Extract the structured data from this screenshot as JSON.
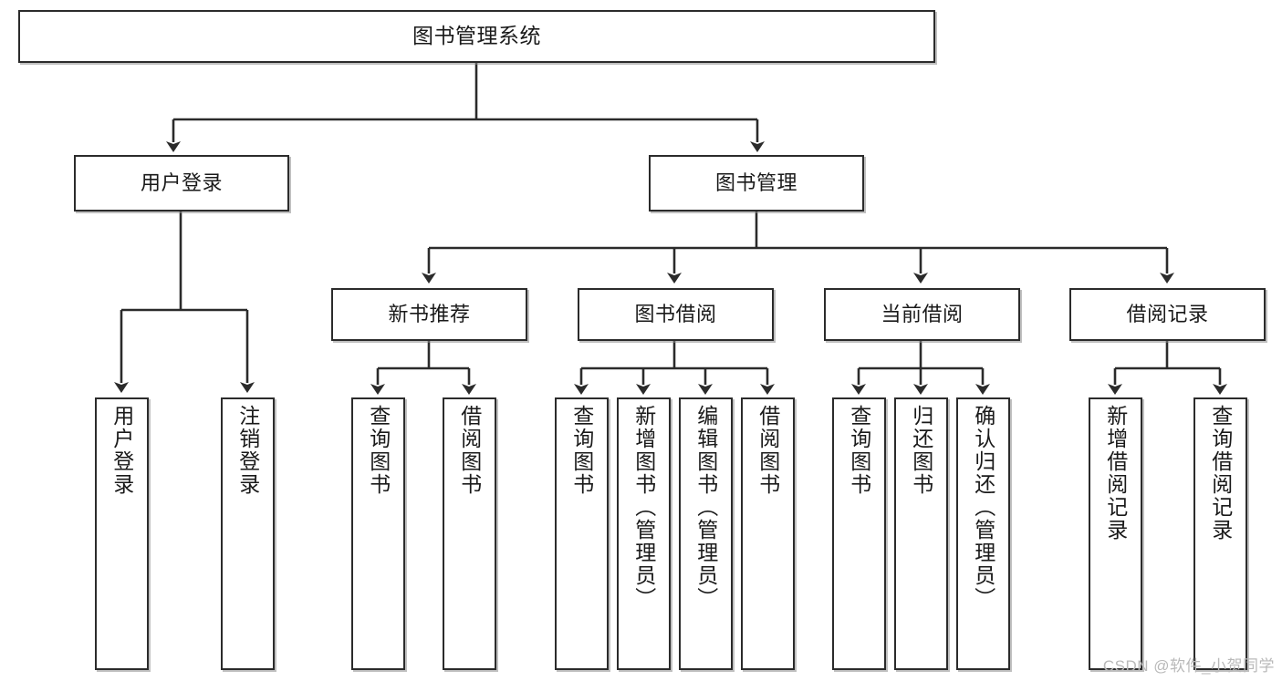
{
  "diagram": {
    "title_node": {
      "id": "root",
      "label": "图书管理系统"
    },
    "level2": [
      {
        "id": "user-login",
        "label": "用户登录"
      },
      {
        "id": "book-manage",
        "label": "图书管理"
      }
    ],
    "level3": [
      {
        "id": "new-book-recommend",
        "label": "新书推荐"
      },
      {
        "id": "book-borrow",
        "label": "图书借阅"
      },
      {
        "id": "current-borrow",
        "label": "当前借阅"
      },
      {
        "id": "borrow-record",
        "label": "借阅记录"
      }
    ],
    "leaves": [
      {
        "id": "leaf-user-login",
        "label": "用户登录",
        "parent": "user-login"
      },
      {
        "id": "leaf-logout",
        "label": "注销登录",
        "parent": "user-login"
      },
      {
        "id": "leaf-query-book-1",
        "label": "查询图书",
        "parent": "new-book-recommend"
      },
      {
        "id": "leaf-borrow-book-1",
        "label": "借阅图书",
        "parent": "new-book-recommend"
      },
      {
        "id": "leaf-query-book-2",
        "label": "查询图书",
        "parent": "book-borrow"
      },
      {
        "id": "leaf-add-book",
        "label": "新增图书（管理员）",
        "parent": "book-borrow"
      },
      {
        "id": "leaf-edit-book",
        "label": "编辑图书（管理员）",
        "parent": "book-borrow"
      },
      {
        "id": "leaf-borrow-book-2",
        "label": "借阅图书",
        "parent": "book-borrow"
      },
      {
        "id": "leaf-query-book-3",
        "label": "查询图书",
        "parent": "current-borrow"
      },
      {
        "id": "leaf-return-book",
        "label": "归还图书",
        "parent": "current-borrow"
      },
      {
        "id": "leaf-confirm-return",
        "label": "确认归还（管理员）",
        "parent": "current-borrow"
      },
      {
        "id": "leaf-add-record",
        "label": "新增借阅记录",
        "parent": "borrow-record"
      },
      {
        "id": "leaf-query-record",
        "label": "查询借阅记录",
        "parent": "borrow-record"
      }
    ],
    "watermark": "CSDN @软件_小贺同学",
    "colors": {
      "stroke": "#2b2b2b",
      "fill": "#ffffff",
      "text": "#1a1a1a",
      "watermark": "#b9b9b9"
    }
  }
}
